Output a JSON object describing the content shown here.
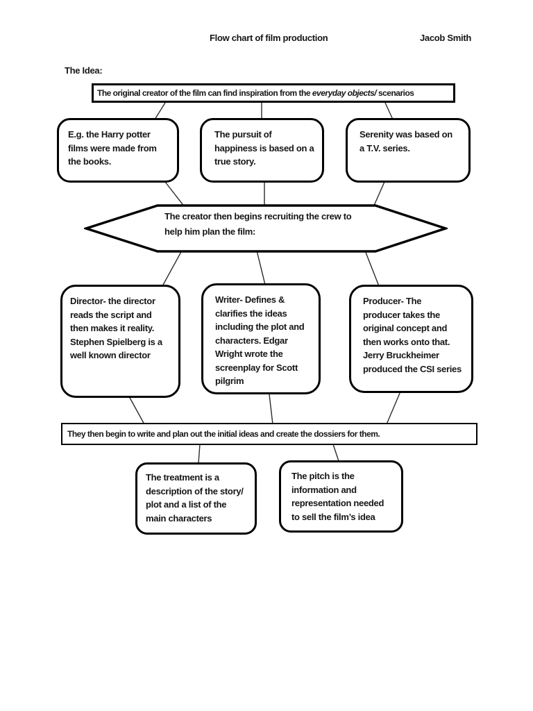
{
  "page": {
    "header_title": "Flow chart of film production",
    "header_author": "Jacob Smith",
    "section_label": "The Idea:"
  },
  "colors": {
    "ink": "#000000",
    "paper": "#ffffff",
    "connector": "#2b2b2b"
  },
  "nodes": {
    "inspiration": {
      "shape": "rectangle",
      "text_prefix": "The original creator of the film can find inspiration from the ",
      "text_italic": "everyday objects/",
      "text_suffix": " scenarios"
    },
    "harry_potter": {
      "shape": "rounded-rectangle",
      "text": "E.g. the Harry potter\nfilms were made from\nthe books."
    },
    "pursuit": {
      "shape": "rounded-rectangle",
      "text": "The pursuit of\nhappiness is based on a\ntrue story."
    },
    "serenity": {
      "shape": "rounded-rectangle",
      "text": "Serenity was based on\na T.V. series."
    },
    "recruiting": {
      "shape": "hexagon",
      "text": "The creator then begins recruiting the crew to\nhelp him plan the film:"
    },
    "director": {
      "shape": "rounded-rectangle",
      "text": "Director- the director\nreads the script and\nthen makes it reality.\nStephen Spielberg is a\nwell known director"
    },
    "writer": {
      "shape": "rounded-rectangle",
      "text": "Writer- Defines &\nclarifies the ideas\nincluding the plot and\ncharacters. Edgar\nWright wrote the\nscreenplay for Scott\npilgrim"
    },
    "producer": {
      "shape": "rounded-rectangle",
      "text": "Producer- The\nproducer takes the\noriginal concept and\nthen works onto that.\nJerry Bruckheimer\nproduced the CSI series"
    },
    "dossiers": {
      "shape": "rectangle",
      "text": "They then begin to write and plan out the initial ideas and create the dossiers for them."
    },
    "treatment": {
      "shape": "rounded-rectangle",
      "text": "The treatment is a\ndescription of the story/\nplot and a list of the\nmain characters"
    },
    "pitch": {
      "shape": "rounded-rectangle",
      "text": "The pitch is the\ninformation and\nrepresentation needed\nto sell the film’s idea"
    }
  },
  "edges": [
    {
      "from": "inspiration",
      "to": "harry_potter",
      "points": [
        238,
        148,
        223,
        172
      ]
    },
    {
      "from": "inspiration",
      "to": "pursuit",
      "points": [
        377,
        148,
        377,
        173
      ]
    },
    {
      "from": "inspiration",
      "to": "serenity",
      "points": [
        555,
        148,
        566,
        172
      ]
    },
    {
      "from": "harry_potter",
      "to": "recruiting",
      "points": [
        238,
        262,
        266,
        298
      ]
    },
    {
      "from": "pursuit",
      "to": "recruiting",
      "points": [
        381,
        262,
        381,
        298
      ]
    },
    {
      "from": "serenity",
      "to": "recruiting",
      "points": [
        554,
        262,
        538,
        298
      ]
    },
    {
      "from": "recruiting",
      "to": "director",
      "points": [
        262,
        361,
        234,
        412
      ]
    },
    {
      "from": "recruiting",
      "to": "writer",
      "points": [
        370,
        361,
        382,
        410
      ]
    },
    {
      "from": "recruiting",
      "to": "producer",
      "points": [
        526,
        361,
        546,
        412
      ]
    },
    {
      "from": "director",
      "to": "dossiers",
      "points": [
        186,
        571,
        208,
        611
      ]
    },
    {
      "from": "writer",
      "to": "dossiers",
      "points": [
        388,
        568,
        393,
        611
      ]
    },
    {
      "from": "producer",
      "to": "dossiers",
      "points": [
        577,
        564,
        557,
        611
      ]
    },
    {
      "from": "dossiers",
      "to": "treatment",
      "points": [
        288,
        640,
        286,
        667
      ]
    },
    {
      "from": "dossiers",
      "to": "pitch",
      "points": [
        480,
        640,
        488,
        664
      ]
    }
  ]
}
